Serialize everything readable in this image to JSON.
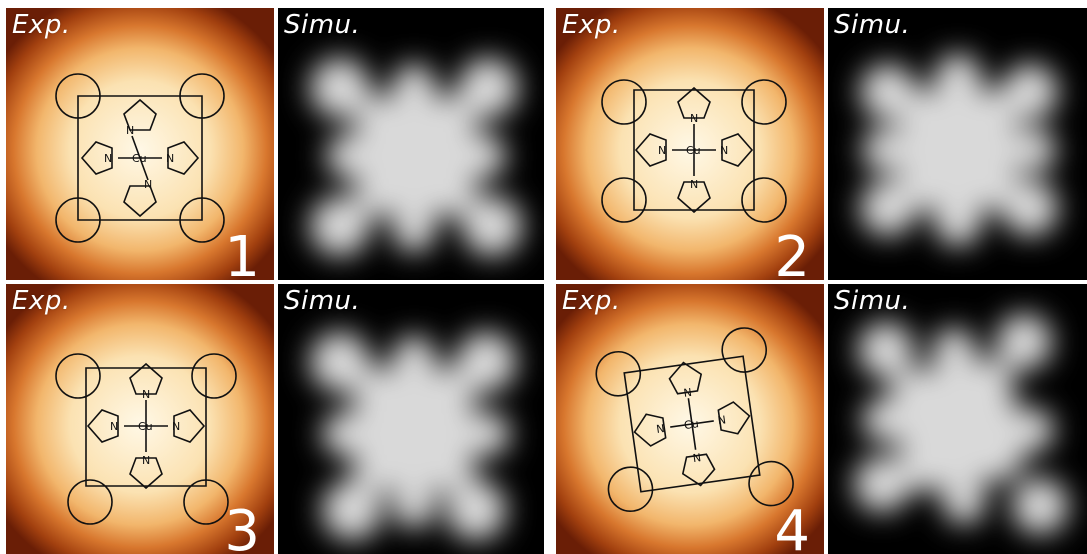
{
  "figure": {
    "panels": [
      {
        "id": 1,
        "exp_label": "Exp.",
        "sim_label": "Simu.",
        "number": "1"
      },
      {
        "id": 2,
        "exp_label": "Exp.",
        "sim_label": "Simu.",
        "number": "2"
      },
      {
        "id": 3,
        "exp_label": "Exp.",
        "sim_label": "Simu.",
        "number": "3"
      },
      {
        "id": 4,
        "exp_label": "Exp.",
        "sim_label": "Simu.",
        "number": "4"
      }
    ],
    "molecule": {
      "metal": "Cu",
      "nitrogen": "N"
    },
    "colors": {
      "exp_center": "#fff8e6",
      "exp_edge": "#6a1e06",
      "sim_bg": "#000000",
      "sim_blob": "#d9d9d9"
    }
  }
}
